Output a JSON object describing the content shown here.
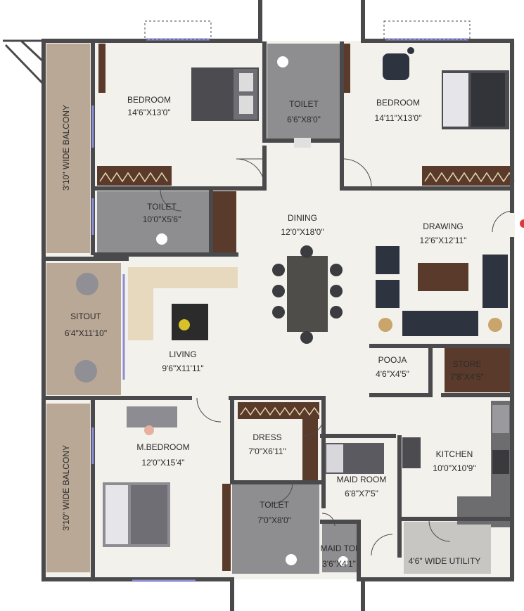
{
  "rooms": {
    "bedroom_1": {
      "name": "BEDROOM",
      "size": "14'6\"X13'0\""
    },
    "toilet_top": {
      "name": "TOILET",
      "size": "6'6\"X8'0\""
    },
    "bedroom_2": {
      "name": "BEDROOM",
      "size": "14'11\"X13'0\""
    },
    "toilet_left": {
      "name": "TOILET",
      "size": "10'0\"X5'6\""
    },
    "dining": {
      "name": "DINING",
      "size": "12'0\"X18'0\""
    },
    "drawing": {
      "name": "DRAWING",
      "size": "12'6\"X12'11\""
    },
    "sitout": {
      "name": "SITOUT",
      "size": "6'4\"X11'10\""
    },
    "living": {
      "name": "LIVING",
      "size": "9'6\"X11'11\""
    },
    "pooja": {
      "name": "POOJA",
      "size": "4'6\"X4'5\""
    },
    "store": {
      "name": "STORE",
      "size": "7'8\"X4'5\""
    },
    "m_bedroom": {
      "name": "M.BEDROOM",
      "size": "12'0\"X15'4\""
    },
    "dress": {
      "name": "DRESS",
      "size": "7'0\"X6'11\""
    },
    "kitchen": {
      "name": "KITCHEN",
      "size": "10'0\"X10'9\""
    },
    "maid_room": {
      "name": "MAID ROOM",
      "size": "6'8\"X7'5\""
    },
    "toilet_bottom": {
      "name": "TOILET",
      "size": "7'0\"X8'0\""
    },
    "maid_toilet": {
      "name": "MAID TOI",
      "size": "3'6\"X4'1\""
    },
    "utility": {
      "name": "4'6\" WIDE UTILITY"
    },
    "balcony_top": {
      "name": "3'10\" WIDE BALCONY"
    },
    "balcony_bottom": {
      "name": "3'10\" WIDE BALCONY"
    }
  },
  "colors": {
    "floor": "#f3f1ec",
    "wall": "#4a4a4c",
    "balcony": "#b9a896",
    "toilet_tile": "#8e8e90",
    "window": "#8e8ed6",
    "wood": "#5a3a2a",
    "sofa": "#2e3340"
  }
}
